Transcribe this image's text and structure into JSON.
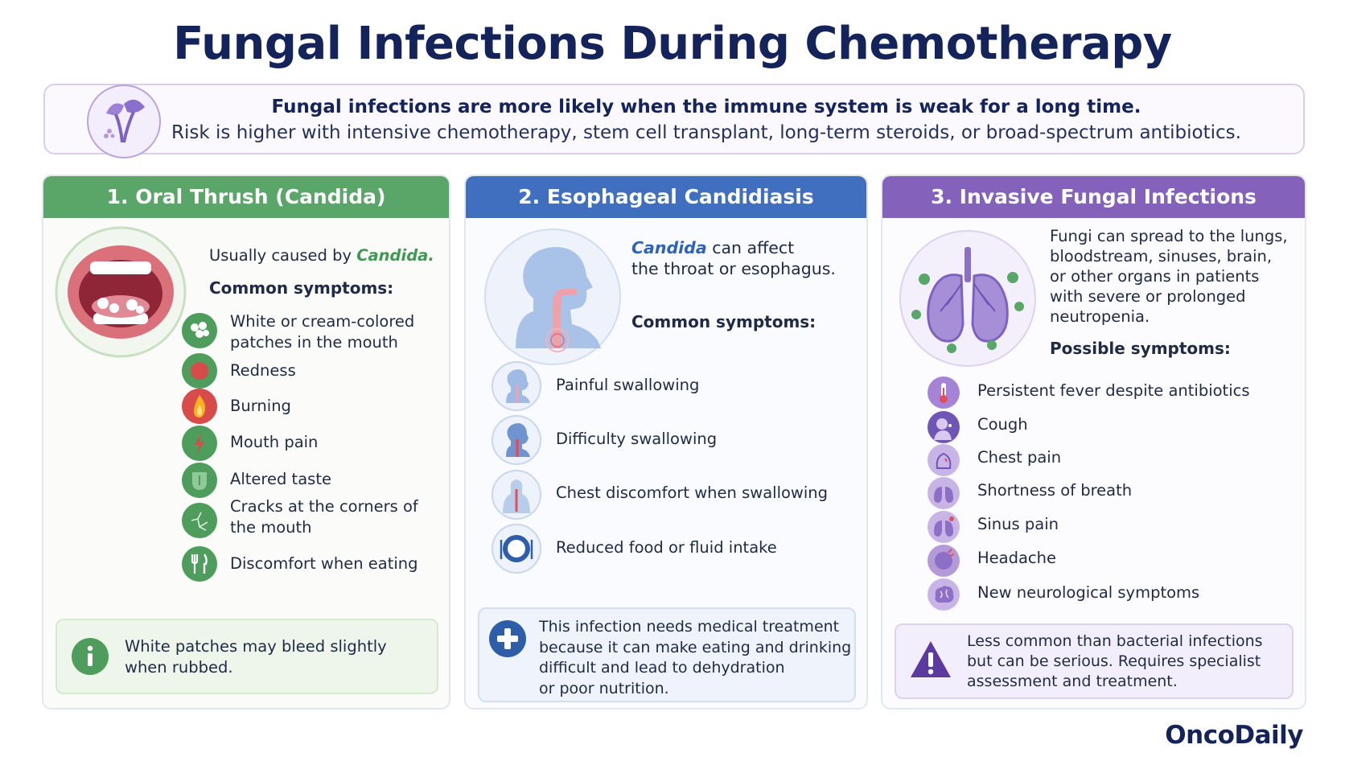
{
  "title": "Fungal Infections During Chemotherapy",
  "intro": {
    "line1": "Fungal infections are more likely when the immune system is weak for a long time.",
    "line2": "Risk is higher with intensive chemotherapy, stem cell transplant, long-term steroids, or broad-spectrum antibiotics.",
    "icon": "mushroom-icon"
  },
  "cards": [
    {
      "heading": "1. Oral Thrush (Candida)",
      "caused_prefix": "Usually caused by",
      "caused_org": "Candida.",
      "symptoms_title": "Common symptoms:",
      "symptoms": [
        {
          "line1": "White or cream-colored",
          "line2": "patches in the mouth",
          "icon": "patches-icon"
        },
        {
          "line1": "Redness",
          "line2": "",
          "icon": "redness-icon"
        },
        {
          "line1": "Burning",
          "line2": "",
          "icon": "flame-icon"
        },
        {
          "line1": "Mouth pain",
          "line2": "",
          "icon": "pain-bolt-icon"
        },
        {
          "line1": "Altered taste",
          "line2": "",
          "icon": "tongue-icon"
        },
        {
          "line1": "Cracks at the corners of",
          "line2": "the mouth",
          "icon": "cracks-icon"
        },
        {
          "line1": "Discomfort when eating",
          "line2": "",
          "icon": "fork-knife-icon"
        }
      ],
      "note_line1": "White patches may bleed slightly",
      "note_line2": "when rubbed."
    },
    {
      "heading": "2. Esophageal Candidiasis",
      "intro_org": "Candida",
      "intro_rest": "can affect",
      "intro_line2": "the throat or esophagus.",
      "symptoms_title": "Common symptoms:",
      "symptoms": [
        {
          "label": "Painful swallowing",
          "icon": "throat-icon"
        },
        {
          "label": "Difficulty swallowing",
          "icon": "throat-red-icon"
        },
        {
          "label": "Chest discomfort when swallowing",
          "icon": "chest-esophagus-icon"
        },
        {
          "label": "Reduced food or fluid intake",
          "icon": "plate-icon"
        }
      ],
      "note_lines": [
        "This infection needs medical treatment",
        "because it can make eating and drinking",
        "difficult and lead to dehydration",
        "or poor nutrition."
      ]
    },
    {
      "heading": "3. Invasive Fungal Infections",
      "intro_lines": [
        "Fungi can spread to the lungs,",
        "bloodstream, sinuses, brain,",
        "or other organs in patients",
        "with severe or prolonged",
        "neutropenia."
      ],
      "symptoms_title": "Possible symptoms:",
      "symptoms": [
        {
          "label": "Persistent fever despite antibiotics",
          "icon": "thermometer-icon"
        },
        {
          "label": "Cough",
          "icon": "cough-icon"
        },
        {
          "label": "Chest pain",
          "icon": "chest-pain-icon"
        },
        {
          "label": "Shortness of breath",
          "icon": "lungs-icon"
        },
        {
          "label": "Sinus pain",
          "icon": "sinus-icon"
        },
        {
          "label": "Headache",
          "icon": "headache-icon"
        },
        {
          "label": "New neurological symptoms",
          "icon": "brain-icon"
        }
      ],
      "note_lines": [
        "Less common than bacterial infections",
        "but can be serious. Requires specialist",
        "assessment and treatment."
      ]
    }
  ],
  "brand": "OncoDaily",
  "colors": {
    "navy": "#14235a",
    "green": "#5aa568",
    "blue": "#3f6fbe",
    "purple": "#8462bc"
  }
}
